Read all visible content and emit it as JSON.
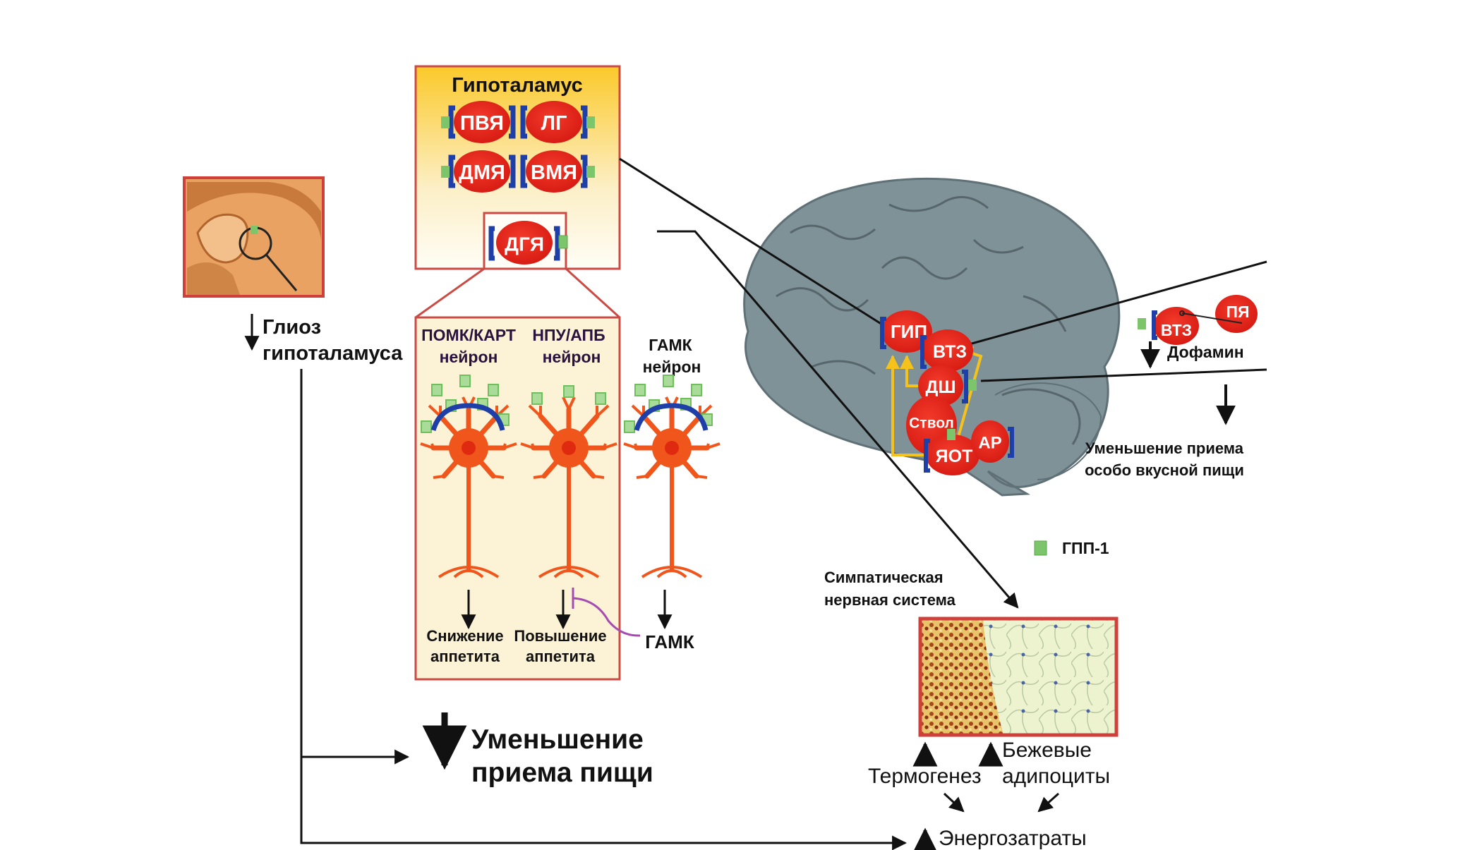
{
  "hypothalamus": {
    "title": "Гипоталамус",
    "nuclei": [
      "ПВЯ",
      "ЛГ",
      "ДМЯ",
      "ВМЯ"
    ],
    "arcuate": "ДГЯ"
  },
  "gliosis": {
    "line1": "Глиоз",
    "line2": "гипоталамуса"
  },
  "neurons": [
    {
      "name1": "ПОМК/КАРТ",
      "name2": "нейрон",
      "effect1": "Снижение",
      "effect2": "аппетита"
    },
    {
      "name1": "НПУ/АПБ",
      "name2": "нейрон",
      "effect1": "Повышение",
      "effect2": "аппетита"
    },
    {
      "name1": "ГАМК",
      "name2": "нейрон",
      "effect1": "ГАМК"
    }
  ],
  "food_intake": {
    "line1": "Уменьшение",
    "line2": "приема пищи"
  },
  "brain_nuclei": {
    "gip": "ГИП",
    "vtz": "ВТЗ",
    "dsh": "ДШ",
    "stvol": "Ствол",
    "yaot": "ЯОТ",
    "ar": "АР"
  },
  "reward": {
    "vtz": "ВТЗ",
    "pya": "ПЯ",
    "dopamine": "Дофамин",
    "result1": "Уменьшение приема",
    "result2": "особо вкусной пищи"
  },
  "legend": {
    "glp1": "ГПП-1"
  },
  "sns": {
    "line1": "Симпатическая",
    "line2": "нервная система"
  },
  "adipose": {
    "thermogenesis": "Термогенез",
    "beige1": "Бежевые",
    "beige2": "адипоциты",
    "energy": "Энергозатраты"
  },
  "colors": {
    "nucleus": "#e8231b",
    "receptor": "#1f3fa8",
    "glp1": "#7cc56a",
    "frame": "#d0403a",
    "neuron": "#f0561c",
    "brain": "#7f9298",
    "yellow_arrow": "#f5c21b",
    "inhibit": "#a64bb0"
  }
}
